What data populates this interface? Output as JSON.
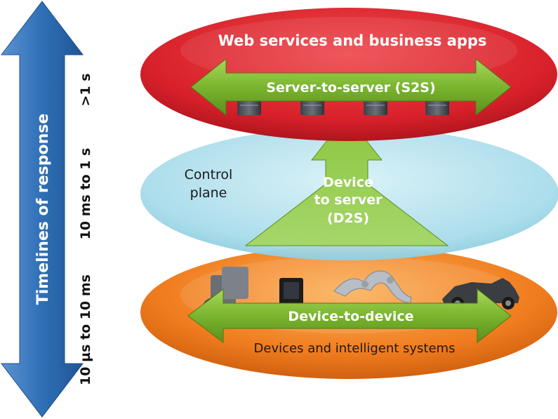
{
  "timeline": {
    "label": "Timelines of response",
    "ranges": [
      "10 µs to 10 ms",
      "10 ms to 1 s",
      ">1 s"
    ]
  },
  "layers": {
    "top": {
      "title": "Web services and business apps",
      "arrow_label": "Server-to-server (S2S)"
    },
    "middle": {
      "label_line1": "Control",
      "label_line2": "plane",
      "arrow_line1": "Device",
      "arrow_line2": "to server",
      "arrow_line3": "(D2S)"
    },
    "bottom": {
      "arrow_label": "Device-to-device",
      "title": "Devices and intelligent systems"
    }
  },
  "colors": {
    "timeline_arrow": "#2f6fb5",
    "top_ellipse": "#d8202a",
    "middle_ellipse": "#a8dcea",
    "bottom_ellipse": "#f07c1e",
    "green_arrow": "#7ab52e"
  }
}
